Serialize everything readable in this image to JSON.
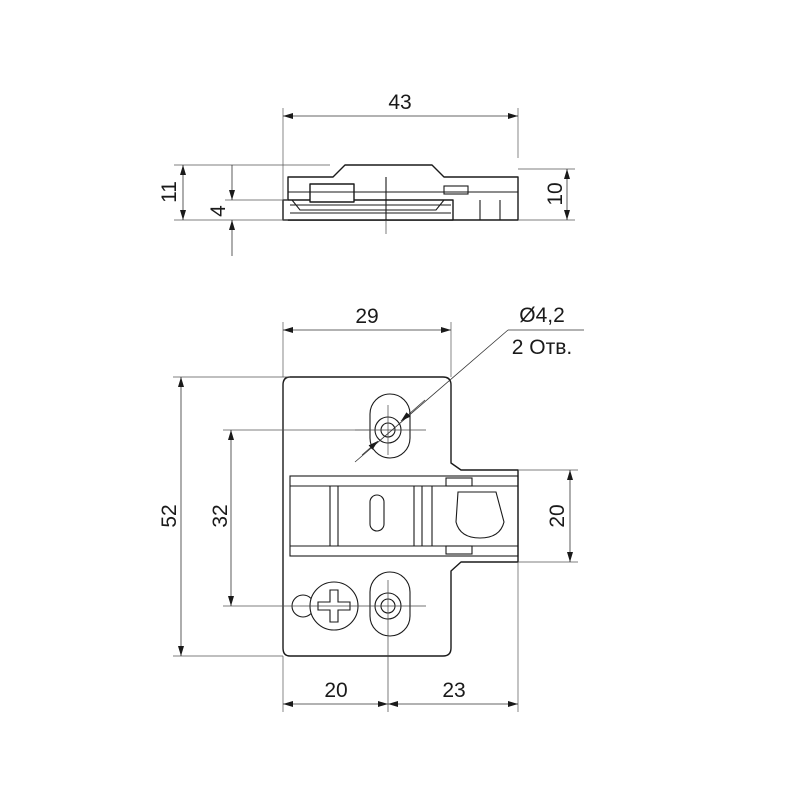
{
  "side_view": {
    "width_label": "43",
    "height_total_label": "11",
    "height_base_label": "4",
    "height_right_label": "10"
  },
  "plan_view": {
    "top_width_label": "29",
    "hole_diameter_label": "Ø4,2",
    "hole_count_label": "2 Отв.",
    "total_height_label": "52",
    "hole_spacing_label": "32",
    "slot_height_label": "20",
    "bottom_left_label": "20",
    "bottom_right_label": "23"
  }
}
